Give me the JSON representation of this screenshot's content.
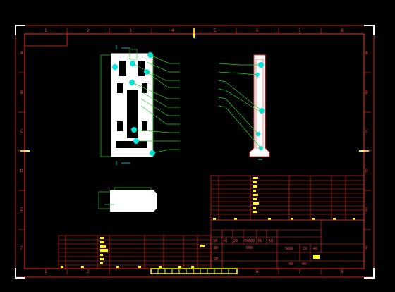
{
  "drawing": {
    "col_labels": [
      "1",
      "2",
      "3",
      "4",
      "5",
      "6",
      "7",
      "8"
    ],
    "row_labels": [
      "A",
      "B",
      "C",
      "D",
      "E",
      "F"
    ],
    "colors": {
      "frame": "#ff2a1a",
      "part": "#ffffff",
      "leader": "#1fd51f",
      "node": "#00e5e5",
      "accent": "#ffff00",
      "dim": "#ff4040"
    }
  },
  "title_block": {
    "header_cells": [
      "30",
      "40",
      "20",
      "40000",
      "60",
      "60"
    ],
    "row2_cells": [
      "80",
      "500"
    ],
    "right_cells": [
      "5000",
      "20",
      "40"
    ],
    "small_cells": [
      "00",
      "00",
      "00"
    ]
  },
  "icons": [
    "corner-bracket-icon",
    "center-mark-icon"
  ]
}
